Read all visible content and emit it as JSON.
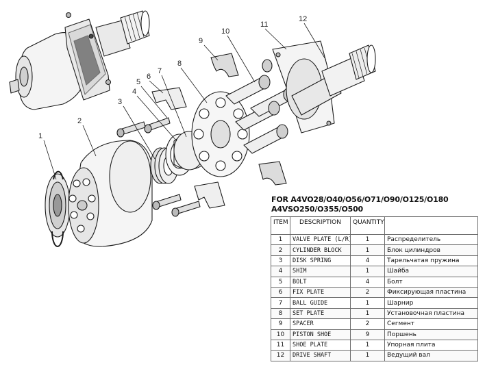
{
  "callouts": [
    "1",
    "2",
    "3",
    "4",
    "5",
    "6",
    "7",
    "8",
    "9",
    "10",
    "11",
    "12"
  ],
  "title_lines": [
    "FOR A4VO28/O40/O56/O71/O90/O125/O180",
    "A4VSO250/O355/O500"
  ],
  "table": {
    "headers": {
      "item": "ITEM",
      "description": "DESCRIPTION",
      "quantity": "QUANTITY",
      "russian": ""
    },
    "rows": [
      {
        "item": "1",
        "description": "VALVE PLATE (L/R)",
        "quantity": "1",
        "russian": "Распределитель"
      },
      {
        "item": "2",
        "description": "CYLINDER BLOCK",
        "quantity": "1",
        "russian": "Блок цилиндров"
      },
      {
        "item": "3",
        "description": "DISK SPRING",
        "quantity": "4",
        "russian": "Тарельчатая пружина"
      },
      {
        "item": "4",
        "description": "SHIM",
        "quantity": "1",
        "russian": "Шайба"
      },
      {
        "item": "5",
        "description": "BOLT",
        "quantity": "4",
        "russian": "Болт"
      },
      {
        "item": "6",
        "description": "FIX PLATE",
        "quantity": "2",
        "russian": "Фиксирующая пластина"
      },
      {
        "item": "7",
        "description": "BALL GUIDE",
        "quantity": "1",
        "russian": "Шарнир"
      },
      {
        "item": "8",
        "description": "SET PLATE",
        "quantity": "1",
        "russian": "Установочная пластина"
      },
      {
        "item": "9",
        "description": "SPACER",
        "quantity": "2",
        "russian": "Сегмент"
      },
      {
        "item": "10",
        "description": "PISTON SHOE",
        "quantity": "9",
        "russian": "Поршень"
      },
      {
        "item": "11",
        "description": "SHOE PLATE",
        "quantity": "1",
        "russian": "Упорная плита"
      },
      {
        "item": "12",
        "description": "DRIVE SHAFT",
        "quantity": "1",
        "russian": "Ведущий вал"
      }
    ]
  }
}
